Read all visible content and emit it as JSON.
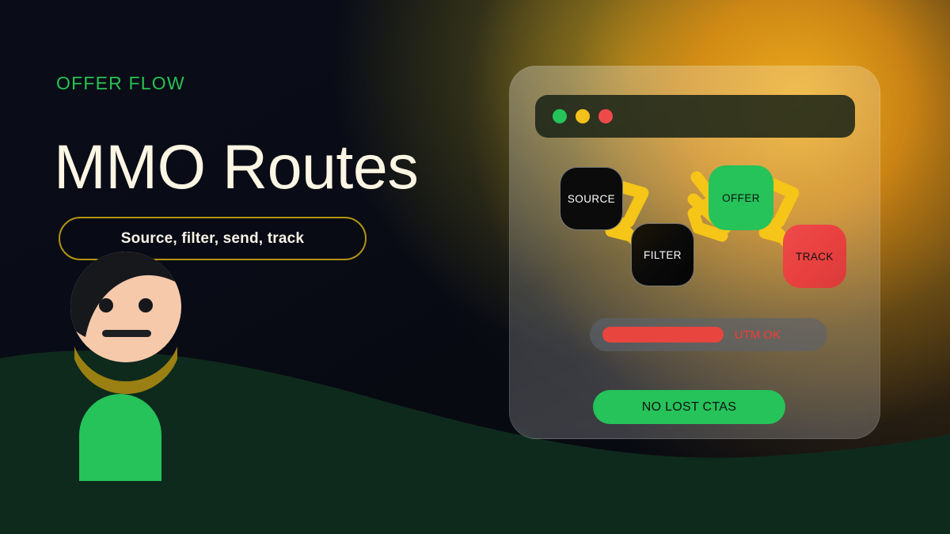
{
  "eyebrow": "OFFER FLOW",
  "headline": "MMO Routes",
  "badge": {
    "label": "Source, filter, send, track"
  },
  "window": {
    "dots": [
      {
        "name": "green-dot",
        "color": "#25c35a"
      },
      {
        "name": "yellow-dot",
        "color": "#f2c21a"
      },
      {
        "name": "red-dot",
        "color": "#ef4a4a"
      }
    ]
  },
  "flow": {
    "nodes": [
      {
        "id": "source",
        "label": "SOURCE",
        "style": "dark"
      },
      {
        "id": "filter",
        "label": "FILTER",
        "style": "dark-grad"
      },
      {
        "id": "offer",
        "label": "OFFER",
        "style": "green"
      },
      {
        "id": "track",
        "label": "TRACK",
        "style": "red"
      }
    ],
    "connector_color": "#f5c518"
  },
  "status": {
    "utm_label": "UTM OK",
    "utm_label_color": "#f43b35",
    "bar_color": "#e8453f",
    "bar_fill_percent": 57
  },
  "cta": {
    "label": "NO LOST CTAS",
    "color": "#25c35a"
  },
  "character": {
    "skin": "#f6c9ab",
    "hair": "#16181c",
    "collar": "#9a7f12",
    "body": "#25c35a"
  },
  "palette": {
    "background": "#07090f",
    "wave": "#0e2a1c",
    "accent_green": "#28c152",
    "accent_gold": "#b39411",
    "headline_color": "#fbf5e3",
    "glow_orange": "#f7b21c"
  }
}
